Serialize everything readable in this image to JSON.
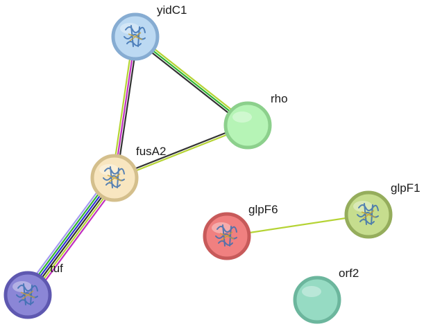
{
  "nodes": [
    {
      "id": "yidC1",
      "label": "yidC1",
      "fill": "#bcd9f2",
      "stroke": "#86acd2",
      "structure": true
    },
    {
      "id": "rho",
      "label": "rho",
      "fill": "#b6f4b6",
      "stroke": "#8cd08c",
      "structure": false
    },
    {
      "id": "fusA2",
      "label": "fusA2",
      "fill": "#f8e6c0",
      "stroke": "#d4bf8c",
      "structure": true
    },
    {
      "id": "glpF6",
      "label": "glpF6",
      "fill": "#f08080",
      "stroke": "#c75a5a",
      "structure": true
    },
    {
      "id": "glpF1",
      "label": "glpF1",
      "fill": "#c6dd8e",
      "stroke": "#95ad5c",
      "structure": true
    },
    {
      "id": "orf2",
      "label": "orf2",
      "fill": "#96dbc3",
      "stroke": "#6cb69d",
      "structure": false
    },
    {
      "id": "tuf",
      "label": "tuf",
      "fill": "#8b86d6",
      "stroke": "#5e58b0",
      "structure": true
    }
  ],
  "edges": [
    {
      "source": "yidC1",
      "target": "rho",
      "colors": [
        "#b5d334",
        "#2fb52f",
        "#333333"
      ]
    },
    {
      "source": "yidC1",
      "target": "fusA2",
      "colors": [
        "#333333",
        "#c02fc0",
        "#b5d334"
      ]
    },
    {
      "source": "fusA2",
      "target": "rho",
      "colors": [
        "#333333",
        "#b5d334"
      ]
    },
    {
      "source": "fusA2",
      "target": "tuf",
      "colors": [
        "#c02fc0",
        "#b5d334",
        "#333333",
        "#2f2fd5",
        "#2fb52f",
        "#a39af0"
      ]
    },
    {
      "source": "glpF6",
      "target": "glpF1",
      "colors": [
        "#b5d334"
      ]
    }
  ],
  "colors": {
    "background": "#ffffff",
    "label": "#1a1a1a",
    "structure_glyph": "#3a6fb0"
  }
}
